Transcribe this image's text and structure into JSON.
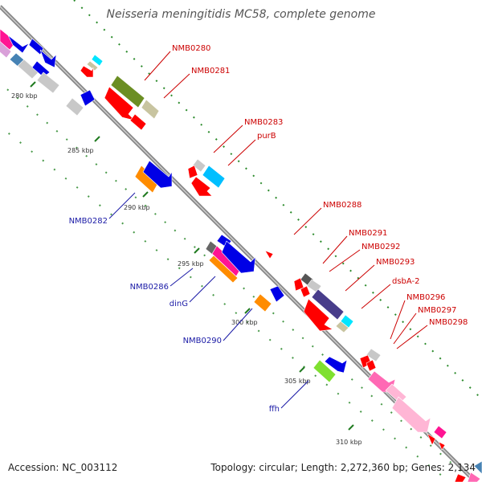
{
  "title": "Neisseria meningitidis MC58, complete genome",
  "footer": {
    "accession": "Accession: NC_003112",
    "summary": "Topology: circular; Length: 2,272,360 bp; Genes: 2,134"
  },
  "ticks": [
    "280 kbp",
    "285 kbp",
    "290 kbp",
    "295 kbp",
    "300 kbp",
    "305 kbp",
    "310 kbp"
  ],
  "labels_forward": [
    "NMB0280",
    "NMB0281",
    "NMB0283",
    "purB",
    "NMB0288",
    "NMB0291",
    "NMB0292",
    "NMB0293",
    "dsbA-2",
    "NMB0296",
    "NMB0297",
    "NMB0298"
  ],
  "labels_reverse": [
    "NMB0282",
    "NMB0286",
    "dinG",
    "NMB0290",
    "ffh"
  ],
  "colors": {
    "backbone": "#888888",
    "label_forward": "#cc0000",
    "label_reverse": "#1a1aa6",
    "tick": "#2a8a2a"
  }
}
